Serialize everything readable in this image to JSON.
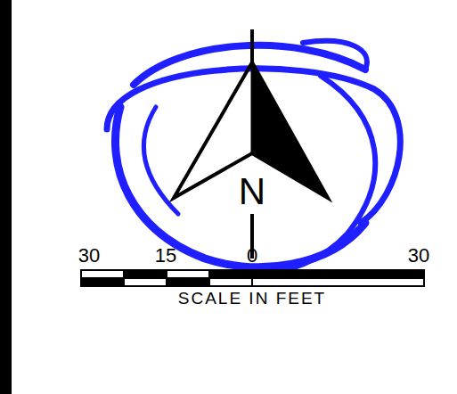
{
  "diagram": {
    "labels": [
      "N",
      "30",
      "15",
      "0",
      "30",
      "SCALE IN FEET"
    ]
  }
}
